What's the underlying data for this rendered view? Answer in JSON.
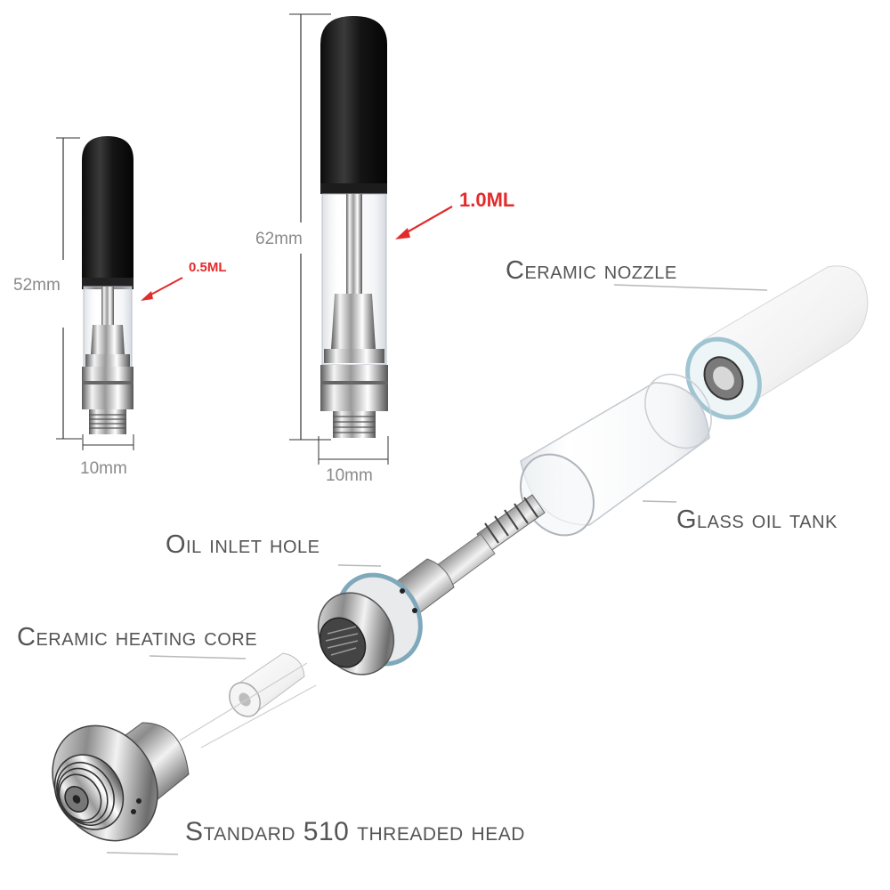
{
  "dimensions": {
    "small_height": "52mm",
    "small_width": "10mm",
    "large_height": "62mm",
    "large_width": "10mm"
  },
  "capacity": {
    "small": "0.5ML",
    "large": "1.0ML"
  },
  "parts": {
    "nozzle": "Ceramic nozzle",
    "tank": "Glass oil tank",
    "inlet": "Oil inlet hole",
    "core": "Ceramic heating core",
    "head": "Standard 510 threaded head"
  },
  "colors": {
    "arrow": "#e32b2b",
    "label": "#555555",
    "dimension": "#8a8a8a"
  }
}
